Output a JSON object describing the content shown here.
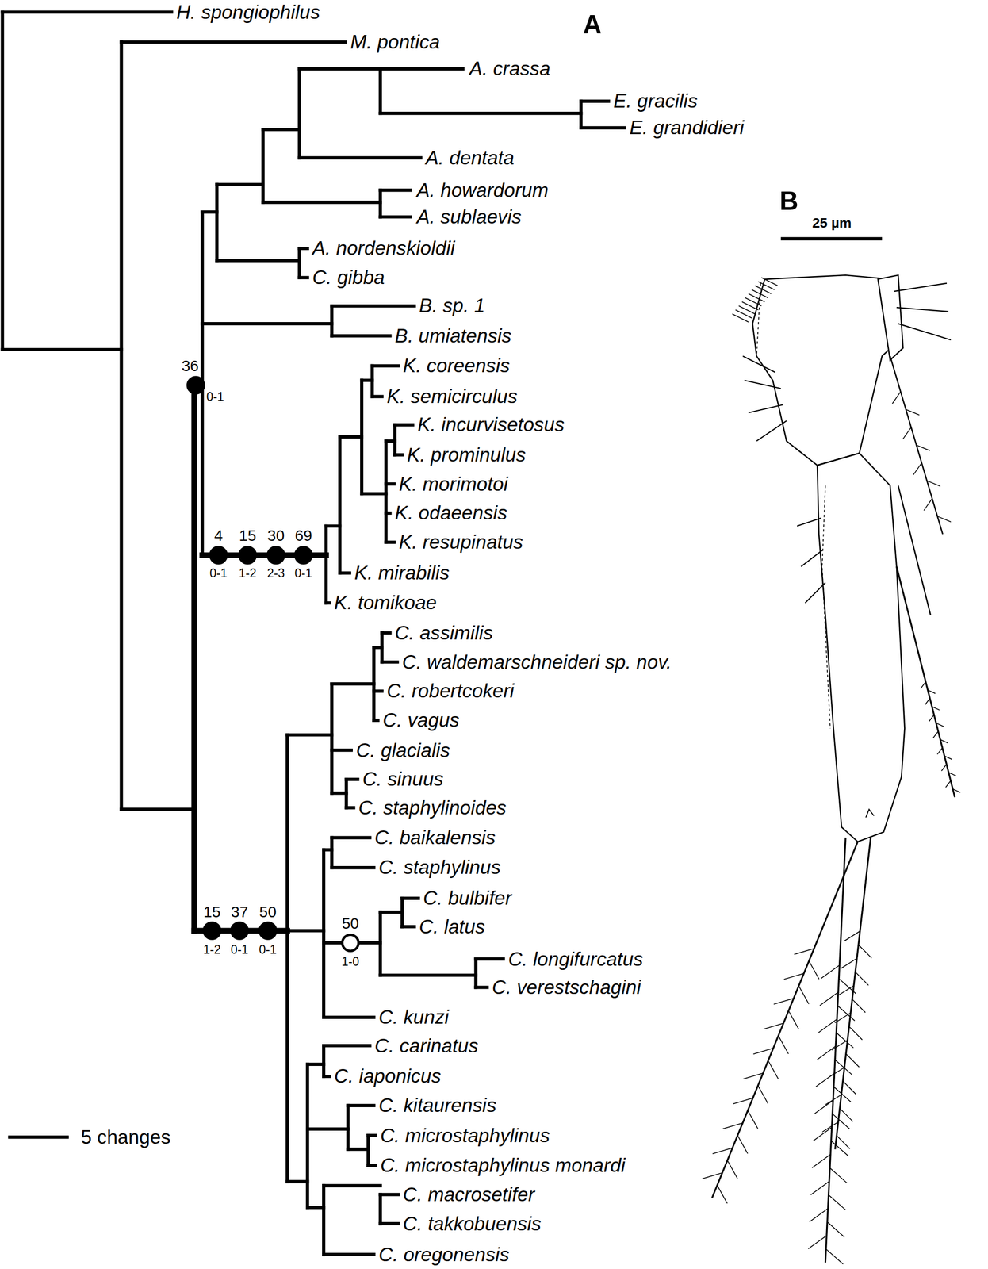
{
  "diagram": {
    "labels": [
      "A",
      "H. spongiophilus",
      "M. pontica",
      "A. crassa",
      "E. gracilis",
      "E. grandidieri",
      "A. dentata",
      "A. howardorum",
      "A. sublaevis",
      "A. nordenskioldii",
      "C. gibba",
      "B. sp. 1",
      "B. umiatensis",
      "K. coreensis",
      "K. semicirculus",
      "K. incurvisetosus",
      "K. prominulus",
      "K. morimotoi",
      "K. odaeensis",
      "K. resupinatus",
      "K. mirabilis",
      "K. tomikoae",
      "C. assimilis",
      "C. waldemarschneideri sp. nov.",
      "C. robertcokeri",
      "C. vagus",
      "C. glacialis",
      "C. sinuus",
      "C. staphylinoides",
      "C. baikalensis",
      "C. staphylinus",
      "C. bulbifer",
      "C. latus",
      "C. longifurcatus",
      "C. verestschagini",
      "C. kunzi",
      "C. carinatus",
      "C. iaponicus",
      "C. kitaurensis",
      "C. microstaphylinus",
      "C. microstaphylinus monardi",
      "C. macrosetifer",
      "C. takkobuensis",
      "C. oregonensis",
      "36",
      "0-1",
      "4",
      "0-1",
      "15",
      "1-2",
      "30",
      "2-3",
      "69",
      "0-1",
      "15",
      "1-2",
      "37",
      "0-1",
      "50",
      "0-1",
      "50",
      "1-0",
      "5 changes",
      "B",
      "25 µm"
    ]
  }
}
